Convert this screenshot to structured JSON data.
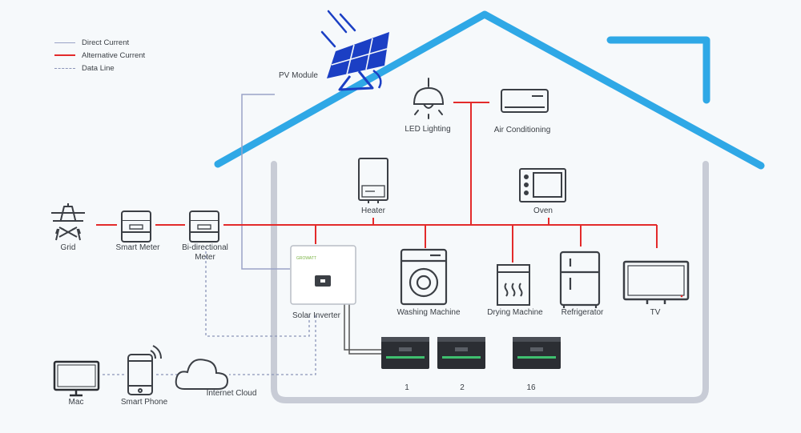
{
  "legend": {
    "dc": "Direct Current",
    "ac": "Alternative Current",
    "data": "Data Line"
  },
  "labels": {
    "pv": "PV Module",
    "led": "LED Lighting",
    "ac_unit": "Air Conditioning",
    "heater": "Heater",
    "oven": "Oven",
    "grid": "Grid",
    "smart_meter": "Smart Meter",
    "bidir_line1": "Bi-directional",
    "bidir_line2": "Meter",
    "inverter": "Solar Inverter",
    "washer": "Washing Machine",
    "dryer": "Drying Machine",
    "fridge": "Refrigerator",
    "tv": "TV",
    "mac": "Mac",
    "phone": "Smart Phone",
    "cloud": "Internet Cloud",
    "battery1": "1",
    "battery2": "2",
    "battery16": "16"
  },
  "colors": {
    "dc_line": "#9aa3c7",
    "ac_line": "#e32b2b",
    "data_line": "#8b95b8",
    "roof": "#2fa8e6",
    "wall": "#c8ccd6",
    "pv_panel": "#1b3fc4",
    "icon_stroke": "#3b3f45"
  }
}
